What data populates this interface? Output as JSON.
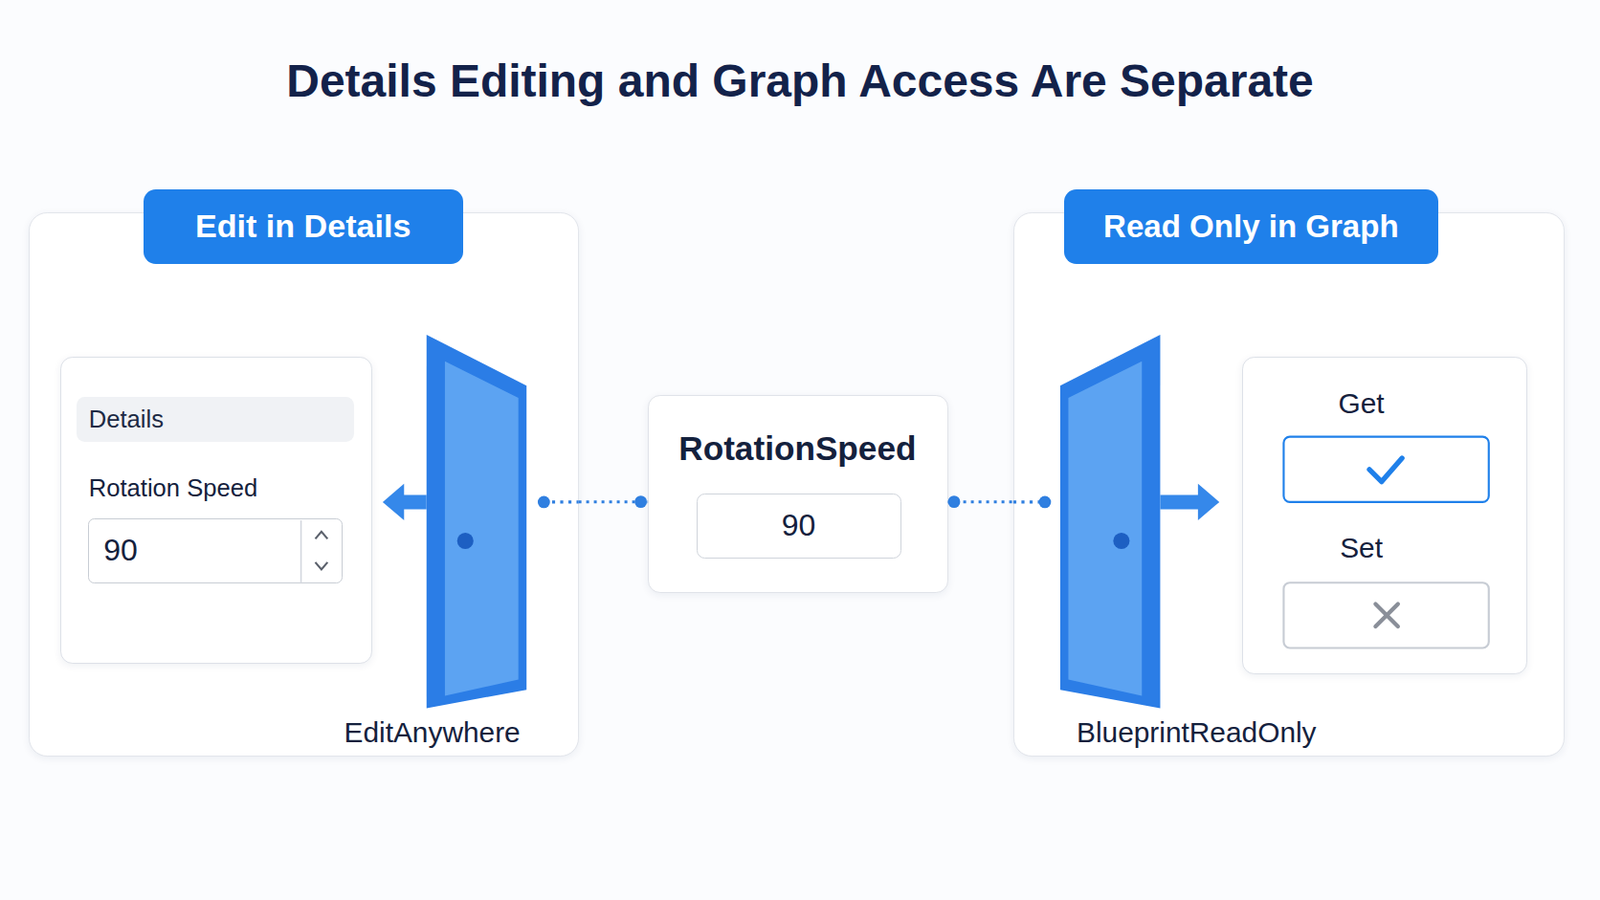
{
  "diagram": {
    "title": "Details Editing and Graph Access Are Separate",
    "nodes": [
      {
        "text": [
          "Edit in Details",
          "EditAnywhere"
        ]
      },
      {
        "text": [
          "Details",
          "Rotation Speed"
        ],
        "in": 0
      },
      {
        "text": [
          "90"
        ],
        "in": 1
      },
      {
        "text": [
          "RotationSpeed"
        ]
      },
      {
        "text": [
          "90"
        ],
        "in": 3
      },
      {
        "text": [
          "Read Only in Graph",
          "BlueprintReadOnly"
        ]
      },
      {
        "text": [
          "Get",
          "Set"
        ],
        "in": 5
      }
    ],
    "edges": [
      {
        "from": 0,
        "to": 3,
        "arrow": "none"
      },
      {
        "from": 3,
        "to": 5,
        "arrow": "none"
      }
    ]
  }
}
